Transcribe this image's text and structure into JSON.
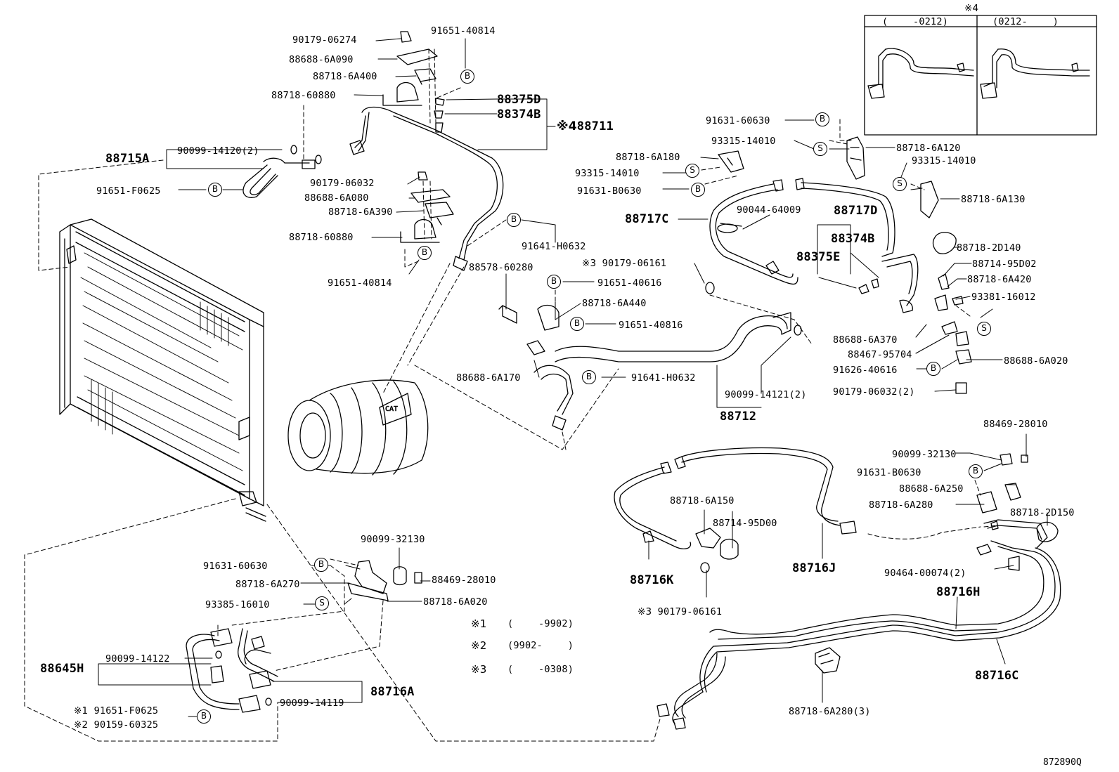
{
  "diagram_code": "872890Q",
  "inset": {
    "mark": "※4",
    "col_left": "(　　 -0212)",
    "col_right": "(0212-　　 )"
  },
  "notes": {
    "n1": {
      "mark": "※1",
      "range": "(　　 -9902)"
    },
    "n2": {
      "mark": "※2",
      "range": "(9902-　　 )"
    },
    "n3": {
      "mark": "※3",
      "range": "(　　 -0308)"
    }
  },
  "markers": {
    "b": "B",
    "s": "S"
  },
  "parts": {
    "p90179_06274": "90179-06274",
    "p91651_40814_a": "91651-40814",
    "p88688_6A090": "88688-6A090",
    "p88718_6A400": "88718-6A400",
    "p88718_60880_a": "88718-60880",
    "p88375D": "88375D",
    "p88374B_a": "88374B",
    "p88711_mark": "※4",
    "p88711": "88711",
    "p88715A": "88715A",
    "p90099_14120": "90099-14120(2)",
    "p91651_F0625_a": "91651-F0625",
    "p90179_06032_a": "90179-06032",
    "p88688_6A080": "88688-6A080",
    "p88718_6A390": "88718-6A390",
    "p88718_60880_b": "88718-60880",
    "p91651_40814_b": "91651-40814",
    "p91641_H0632_a": "91641-H0632",
    "p88578_60280": "88578-60280",
    "p90179_06161_a_mark": "※3",
    "p90179_06161_a": "90179-06161",
    "p91651_40616": "91651-40616",
    "p88718_6A440": "88718-6A440",
    "p91651_40816": "91651-40816",
    "p88688_6A170": "88688-6A170",
    "p91641_H0632_b": "91641-H0632",
    "p90099_14121": "90099-14121(2)",
    "p88712": "88712",
    "p91631_60630_a": "91631-60630",
    "p93315_14010_a": "93315-14010",
    "p88718_6A120": "88718-6A120",
    "p88718_6A180": "88718-6A180",
    "p93315_14010_b": "93315-14010",
    "p93315_14010_c": "93315-14010",
    "p91631_B0630_a": "91631-B0630",
    "p88718_6A130": "88718-6A130",
    "p88717C": "88717C",
    "p90044_64009": "90044-64009",
    "p88717D": "88717D",
    "p88374B_b": "88374B",
    "p88375E": "88375E",
    "p88718_2D140": "88718-2D140",
    "p88714_95D02": "88714-95D02",
    "p88718_6A420": "88718-6A420",
    "p93381_16012": "93381-16012",
    "p88688_6A370": "88688-6A370",
    "p88467_95704": "88467-95704",
    "p91626_40616": "91626-40616",
    "p88688_6A020": "88688-6A020",
    "p90179_06032_b": "90179-06032(2)",
    "p88469_28010_a": "88469-28010",
    "p90099_32130_a": "90099-32130",
    "p91631_B0630_b": "91631-B0630",
    "p88688_6A250": "88688-6A250",
    "p88718_6A280_a": "88718-6A280",
    "p88718_2D150": "88718-2D150",
    "p88718_6A150": "88718-6A150",
    "p88714_95D00": "88714-95D00",
    "p88716K": "88716K",
    "p88716J": "88716J",
    "p90179_06161_b_mark": "※3",
    "p90179_06161_b": "90179-06161",
    "p90464_00074": "90464-00074(2)",
    "p88716H": "88716H",
    "p88716C": "88716C",
    "p88718_6A280_b": "88718-6A280(3)",
    "p90099_32130_b": "90099-32130",
    "p91631_60630_b": "91631-60630",
    "p88469_28010_b": "88469-28010",
    "p88718_6A270": "88718-6A270",
    "p88718_6A020": "88718-6A020",
    "p93385_16010": "93385-16010",
    "p88645H": "88645H",
    "p90099_14122": "90099-14122",
    "p88716A": "88716A",
    "p91651_F0625_b_mark": "※1",
    "p91651_F0625_b": "91651-F0625",
    "p90159_60325_mark": "※2",
    "p90159_60325": "90159-60325",
    "p90099_14119": "90099-14119"
  }
}
